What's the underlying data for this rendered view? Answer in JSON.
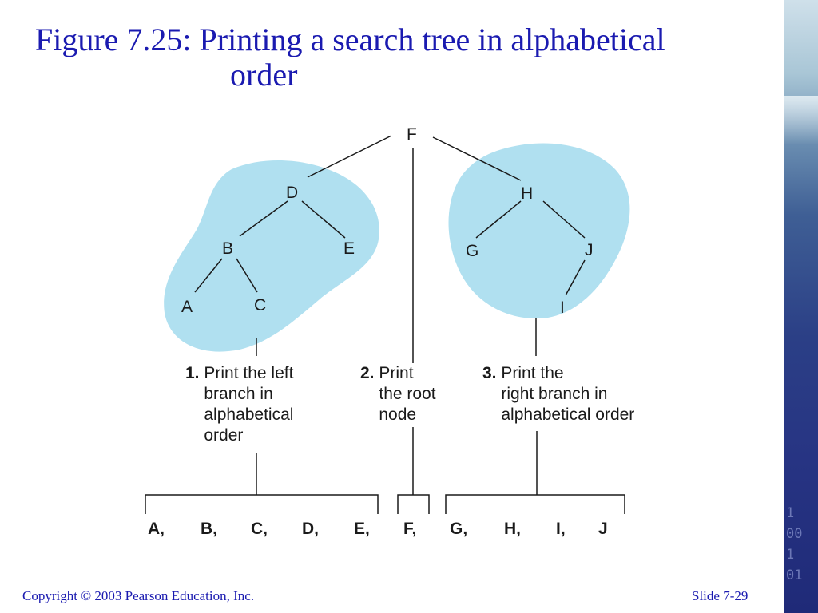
{
  "slide": {
    "title_line1": "Figure 7.25:  Printing a search tree in alphabetical",
    "title_line2": "order",
    "footer_left": "Copyright © 2003 Pearson Education, Inc.",
    "footer_right": "Slide 7-29",
    "accent_color": "#1a1ab0",
    "blob_color": "#b0e0f0",
    "strip_digits": "1\n00\n1\n01"
  },
  "tree": {
    "root": "F",
    "left": {
      "D": "D",
      "B": "B",
      "E": "E",
      "A": "A",
      "C": "C"
    },
    "right": {
      "H": "H",
      "G": "G",
      "J": "J",
      "I": "I"
    }
  },
  "steps": [
    {
      "num": "1.",
      "text": "Print the left\nbranch in\nalphabetical\norder"
    },
    {
      "num": "2.",
      "text": "Print\nthe root\nnode"
    },
    {
      "num": "3.",
      "text": "Print the\nright branch in\nalphabetical order"
    }
  ],
  "output": [
    "A,",
    "B,",
    "C,",
    "D,",
    "E,",
    "F,",
    "G,",
    "H,",
    "I,",
    "J"
  ]
}
